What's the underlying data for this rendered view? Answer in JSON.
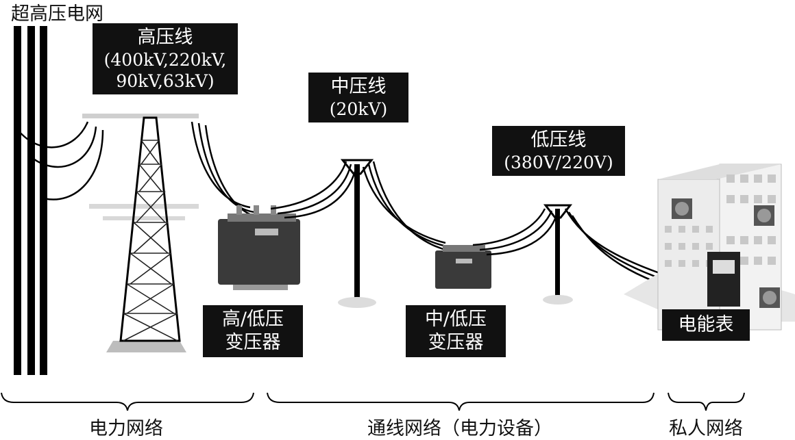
{
  "top_left_title": "超高压电网",
  "labels": {
    "high_line": {
      "title": "高压线",
      "line1": "(400kV,220kV,",
      "line2": "90kV,63kV)"
    },
    "mid_line": {
      "title": "中压线",
      "line1": "(20kV)"
    },
    "low_line": {
      "title": "低压线",
      "line1": "(380V/220V)"
    },
    "hl_transformer": {
      "line1": "高/低压",
      "line2": "变压器"
    },
    "ml_transformer": {
      "line1": "中/低压",
      "line2": "变压器"
    },
    "meter": {
      "text": "电能表"
    }
  },
  "sections": {
    "power_network": "电力网络",
    "distribution_network": "通线网络（电力设备）",
    "private_network": "私人网络"
  }
}
